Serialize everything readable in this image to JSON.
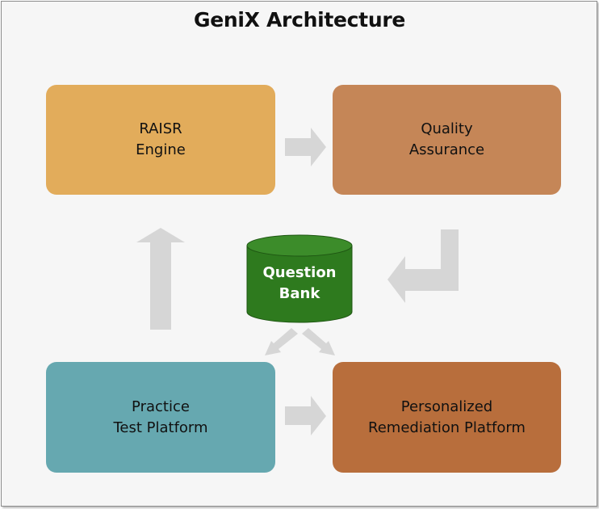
{
  "title": "GeniX Architecture",
  "boxes": {
    "raisr": {
      "line1": "RAISR",
      "line2": "Engine"
    },
    "quality": {
      "line1": "Quality",
      "line2": "Assurance"
    },
    "practice": {
      "line1": "Practice",
      "line2": "Test Platform"
    },
    "remediation": {
      "line1": "Personalized",
      "line2": "Remediation Platform"
    }
  },
  "database": {
    "line1": "Question",
    "line2": "Bank"
  },
  "colors": {
    "raisr": "#e2ac5b",
    "quality": "#c58657",
    "practice": "#66a8b0",
    "remediation": "#b86e3c",
    "database": "#2e7a1e",
    "arrow": "#d6d6d6"
  }
}
